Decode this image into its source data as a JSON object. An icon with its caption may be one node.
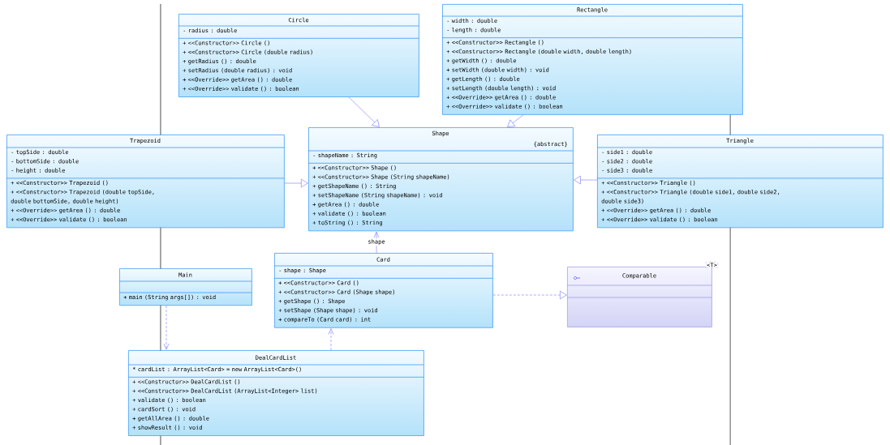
{
  "diagram": {
    "nodes": [
      {
        "text": [
          "Circle",
          "- radius : double",
          "+ <<Constructor>> Circle ()",
          "+ <<Constructor>> Circle (double radius)",
          "+ getRadius () : double",
          "+ setRadius (double radius) : void",
          "+ <<Override>> getArea () : double",
          "+ <<Override>> validate () : boolean"
        ]
      },
      {
        "text": [
          "Rectangle",
          "- width : double",
          "- length : double",
          "+ <<Constructor>> Rectangle ()",
          "+ <<Constructor>> Rectangle (double width, double length)",
          "+ getWidth () : double",
          "+ setWidth (double width) : void",
          "+ getLength () : double",
          "+ setLength (double length) : void",
          "+ <<Override>> getArea () : double",
          "+ <<Override>> validate () : boolean"
        ]
      },
      {
        "text": [
          "Trapezoid",
          "- topSide : double",
          "- bottomSide : double",
          "- height : double",
          "+ <<Constructor>> Trapezoid ()",
          "+ <<Constructor>> Trapezoid (double topSide, double bottomSide, double height)",
          "+ <<Override>> getArea () : double",
          "+ <<Override>> validate () : boolean"
        ]
      },
      {
        "text": [
          "Shape",
          "{abstract}",
          "- shapeName : String",
          "+ <<Constructor>> Shape ()",
          "+ <<Constructor>> Shape (String shapeName)",
          "+ getShapeName () : String",
          "+ setShapeName (String shapeName) : void",
          "+ getArea () : double",
          "+ validate () : boolean",
          "+ toString () : String"
        ]
      },
      {
        "text": [
          "Triangle",
          "- side1 : double",
          "- side2 : double",
          "- side3 : double",
          "+ <<Constructor>> Triangle ()",
          "+ <<Constructor>> Triangle (double side1, double side2, double side3)",
          "+ <<Override>> getArea () : double",
          "+ <<Override>> validate () : boolean"
        ]
      },
      {
        "text": [
          "Main",
          "+ main (String args[]) : void"
        ]
      },
      {
        "text": [
          "Card",
          "- shape : Shape",
          "+ <<Constructor>> Card ()",
          "+ <<Constructor>> Card (Shape shape)",
          "+ getShape () : Shape",
          "+ setShape (Shape shape) : void",
          "+ compareTo (Card card) : int"
        ]
      },
      {
        "text": [
          "Comparable",
          "<T>"
        ]
      },
      {
        "text": [
          "DealCardList",
          "* cardList : ArrayList<Card> = new ArrayList<Card>()",
          "+ <<Constructor>> DealCardList ()",
          "+ <<Constructor>> DealCardList (ArrayList<Integer> list)",
          "+ validate () : boolean",
          "+ cardSort () : void",
          "+ getAllArea () : double",
          "+ showResult () : void"
        ]
      }
    ],
    "edges": [
      {
        "from": 0,
        "to": 3,
        "arrow": "to"
      },
      {
        "from": 1,
        "to": 3,
        "arrow": "to"
      },
      {
        "from": 2,
        "to": 3,
        "arrow": "to"
      },
      {
        "from": 4,
        "to": 3,
        "arrow": "to"
      },
      {
        "from": 6,
        "to": 3,
        "arrow": "to",
        "label": "shape"
      },
      {
        "from": 6,
        "to": 7,
        "arrow": "to",
        "style": "dashed"
      },
      {
        "from": 5,
        "to": 8,
        "arrow": "to",
        "style": "dashed"
      },
      {
        "from": 8,
        "to": 6,
        "arrow": "to",
        "style": "dashed"
      }
    ]
  }
}
